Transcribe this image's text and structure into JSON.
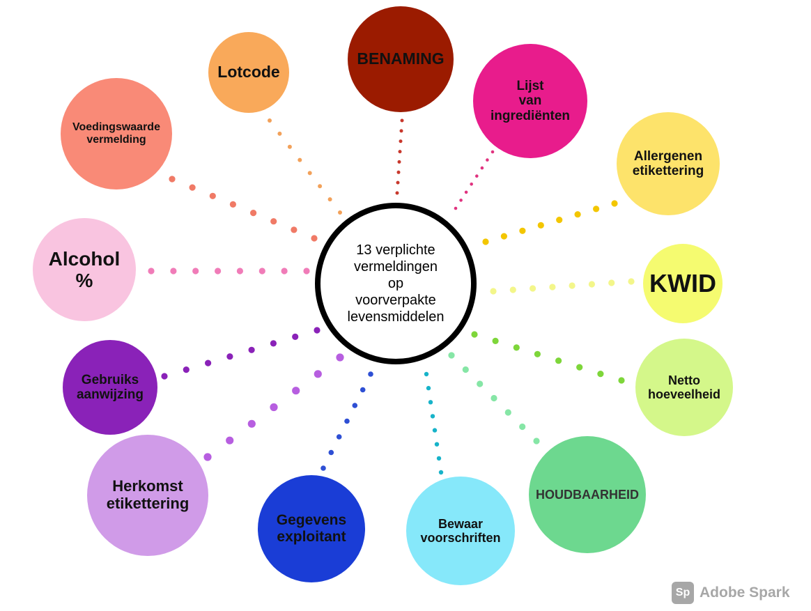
{
  "center": {
    "label": "13 verplichte\nvermeldingen\nop\nvoorverpakte\nlevensmiddelen"
  },
  "nodes": [
    {
      "id": "benaming",
      "label": "BENAMING",
      "color": "#9b1b00",
      "text_color": "#111111"
    },
    {
      "id": "lijst-ingredienten",
      "label": "Lijst\nvan\ningrediënten",
      "color": "#e81c8c",
      "text_color": "#111111"
    },
    {
      "id": "allergenen",
      "label": "Allergenen\netikettering",
      "color": "#fde36b",
      "text_color": "#111111"
    },
    {
      "id": "kwid",
      "label": "KWID",
      "color": "#f5fb70",
      "text_color": "#111111"
    },
    {
      "id": "netto-hoeveelheid",
      "label": "Netto\nhoeveelheid",
      "color": "#d4f78a",
      "text_color": "#111111"
    },
    {
      "id": "houdbaarheid",
      "label": "HOUDBAARHEID",
      "color": "#6dd88f",
      "text_color": "#333333"
    },
    {
      "id": "bewaarvoorschriften",
      "label": "Bewaar\nvoorschriften",
      "color": "#86e8fa",
      "text_color": "#111111"
    },
    {
      "id": "gegevens-exploitant",
      "label": "Gegevens\nexploitant",
      "color": "#1a3dd6",
      "text_color": "#111111"
    },
    {
      "id": "herkomst",
      "label": "Herkomst\netikettering",
      "color": "#d09be8",
      "text_color": "#111111"
    },
    {
      "id": "gebruiksaanwijzing",
      "label": "Gebruiks\naanwijzing",
      "color": "#8a22b8",
      "text_color": "#111111"
    },
    {
      "id": "alcohol",
      "label": "Alcohol\n%",
      "color": "#f9c4e0",
      "text_color": "#111111"
    },
    {
      "id": "voedingswaarde",
      "label": "Voedingswaarde\nvermelding",
      "color": "#f98a77",
      "text_color": "#111111"
    },
    {
      "id": "lotcode",
      "label": "Lotcode",
      "color": "#f9a95a",
      "text_color": "#111111"
    }
  ],
  "connector_colors": {
    "benaming": "#c8382c",
    "lijst-ingredienten": "#e0337f",
    "allergenen": "#f3c600",
    "kwid": "#f3f68a",
    "netto-hoeveelheid": "#7ed63a",
    "houdbaarheid": "#86e6a6",
    "bewaarvoorschriften": "#17b3c9",
    "gegevens-exploitant": "#2e4fd4",
    "herkomst": "#b75ee0",
    "gebruiksaanwijzing": "#8a22b8",
    "alcohol": "#f07cb8",
    "voedingswaarde": "#f07a66",
    "lotcode": "#f2a15a"
  },
  "watermark": {
    "logo_text": "Sp",
    "label": "Adobe Spark"
  }
}
